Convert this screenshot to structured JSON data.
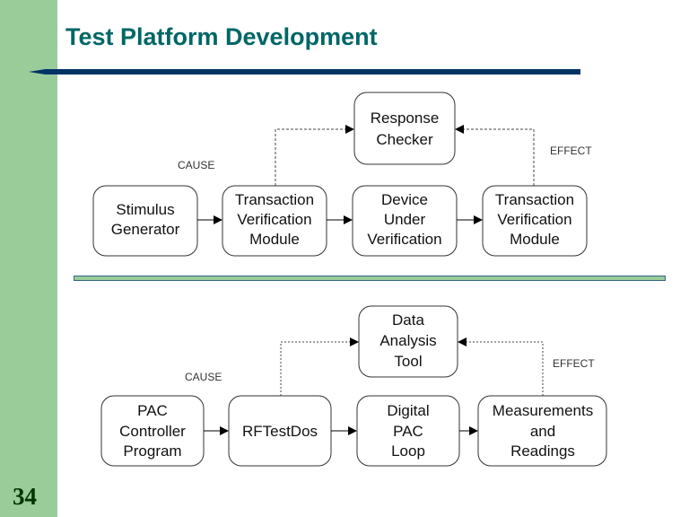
{
  "slide": {
    "title": "Test Platform Development",
    "page_number": "34",
    "colors": {
      "sidebar": "#99cc99",
      "title": "#006666",
      "rule": "#003366"
    }
  },
  "diagram_top": {
    "boxes": [
      {
        "id": "stimulus",
        "lines": [
          "Stimulus",
          "Generator"
        ]
      },
      {
        "id": "tvm1",
        "lines": [
          "Transaction",
          "Verification",
          "Module"
        ]
      },
      {
        "id": "duv",
        "lines": [
          "Device",
          "Under",
          "Verification"
        ]
      },
      {
        "id": "tvm2",
        "lines": [
          "Transaction",
          "Verification",
          "Module"
        ]
      },
      {
        "id": "checker",
        "lines": [
          "Response",
          "Checker"
        ]
      }
    ],
    "cause_label": "CAUSE",
    "effect_label": "EFFECT"
  },
  "diagram_bottom": {
    "boxes": [
      {
        "id": "pac",
        "lines": [
          "PAC",
          "Controller",
          "Program"
        ]
      },
      {
        "id": "rftest",
        "lines": [
          "RFTestDos"
        ]
      },
      {
        "id": "digital",
        "lines": [
          "Digital",
          "PAC",
          "Loop"
        ]
      },
      {
        "id": "measure",
        "lines": [
          "Measurements",
          "and",
          "Readings"
        ]
      },
      {
        "id": "analysis",
        "lines": [
          "Data",
          "Analysis",
          "Tool"
        ]
      }
    ],
    "cause_label": "CAUSE",
    "effect_label": "EFFECT"
  }
}
